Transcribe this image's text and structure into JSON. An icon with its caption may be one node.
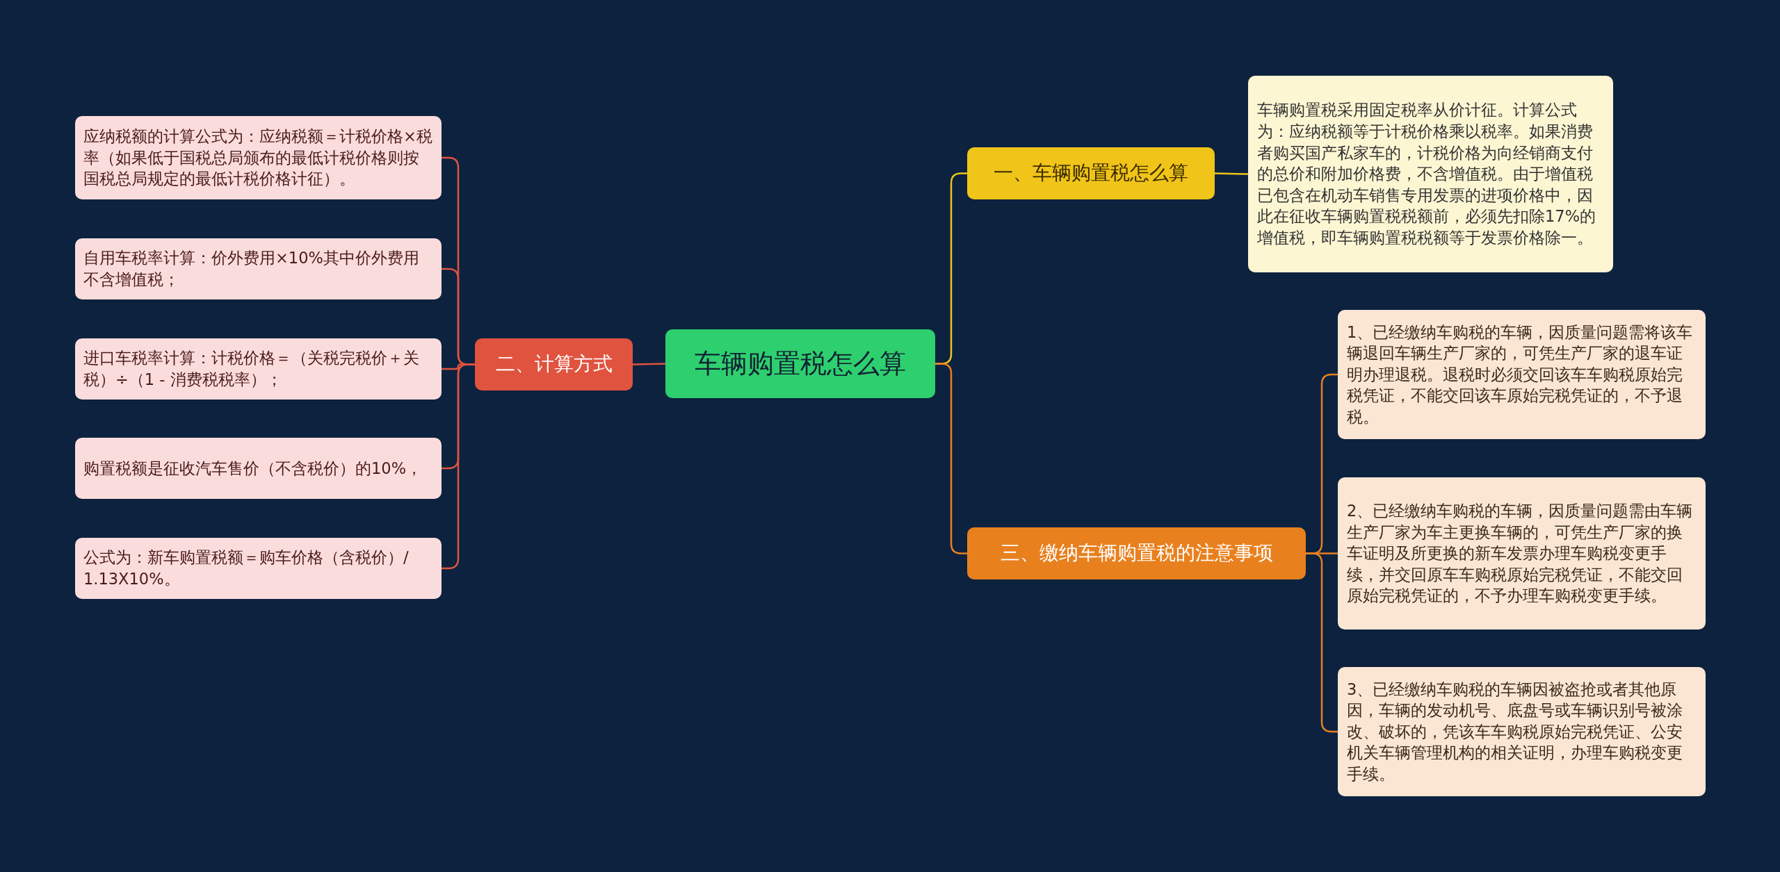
{
  "diagram": {
    "nodes": [
      {
        "text": [
          "车辆购置税怎么算"
        ]
      },
      {
        "text": [
          "一、车辆购置税怎么算"
        ]
      },
      {
        "text": [
          "车辆购置税采用固定税率从价计征。计算公式为：应纳税额等于计税价格乘以税率。如果消费者购买国产私家车的，计税价格为向经销商支付的总价和附加价格费，不含增值税。由于增值税已包含在机动车销售专用发票的进项价格中，因此在征收车辆购置税税额前，必须先扣除17%的增值税，即车辆购置税税额等于发票价格除一。"
        ]
      },
      {
        "text": [
          "三、缴纳车辆购置税的注意事项"
        ]
      },
      {
        "text": [
          "1、已经缴纳车购税的车辆，因质量问题需将该车辆退回车辆生产厂家的，可凭生产厂家的退车证明办理退税。退税时必须交回该车车购税原始完税凭证，不能交回该车原始完税凭证的，不予退税。"
        ]
      },
      {
        "text": [
          "2、已经缴纳车购税的车辆，因质量问题需由车辆生产厂家为车主更换车辆的，可凭生产厂家的换车证明及所更换的新车发票办理车购税变更手续，并交回原车车购税原始完税凭证，不能交回原始完税凭证的，不予办理车购税变更手续。"
        ]
      },
      {
        "text": [
          "3、已经缴纳车购税的车辆因被盗抢或者其他原因，车辆的发动机号、底盘号或车辆识别号被涂改、破坏的，凭该车车购税原始完税凭证、公安机关车辆管理机构的相关证明，办理车购税变更手续。"
        ]
      },
      {
        "text": [
          "二、计算方式"
        ]
      },
      {
        "text": [
          "应纳税额的计算公式为：应纳税额＝计税价格×税率（如果低于国税总局颁布的最低计税价格则按国税总局规定的最低计税价格计征）。"
        ]
      },
      {
        "text": [
          "自用车税率计算：价外费用×10%其中价外费用不含增值税；"
        ]
      },
      {
        "text": [
          "进口车税率计算：计税价格＝（关税完税价＋关税）÷（1 - 消费税税率）；"
        ]
      },
      {
        "text": [
          "购置税额是征收汽车售价（不含税价）的10%，"
        ]
      },
      {
        "text": [
          "公式为：新车购置税额＝购车价格（含税价）/ 1.13X10%。"
        ]
      }
    ],
    "edges": [
      {
        "from": 0,
        "to": 1,
        "arrow": "none",
        "color": "#f0c419"
      },
      {
        "from": 1,
        "to": 2,
        "arrow": "none",
        "color": "#f0c419"
      },
      {
        "from": 0,
        "to": 3,
        "arrow": "none",
        "color": "#e8801e"
      },
      {
        "from": 3,
        "to": 4,
        "arrow": "none",
        "color": "#e8801e"
      },
      {
        "from": 3,
        "to": 5,
        "arrow": "none",
        "color": "#e8801e"
      },
      {
        "from": 3,
        "to": 6,
        "arrow": "none",
        "color": "#e8801e"
      },
      {
        "from": 0,
        "to": 7,
        "arrow": "none"
      },
      {
        "from": 7,
        "to": 8,
        "arrow": "none"
      },
      {
        "from": 7,
        "to": 9,
        "arrow": "none"
      },
      {
        "from": 7,
        "to": 10,
        "arrow": "none"
      },
      {
        "from": 7,
        "to": 11,
        "arrow": "none"
      },
      {
        "from": 7,
        "to": 12,
        "arrow": "none"
      }
    ]
  }
}
